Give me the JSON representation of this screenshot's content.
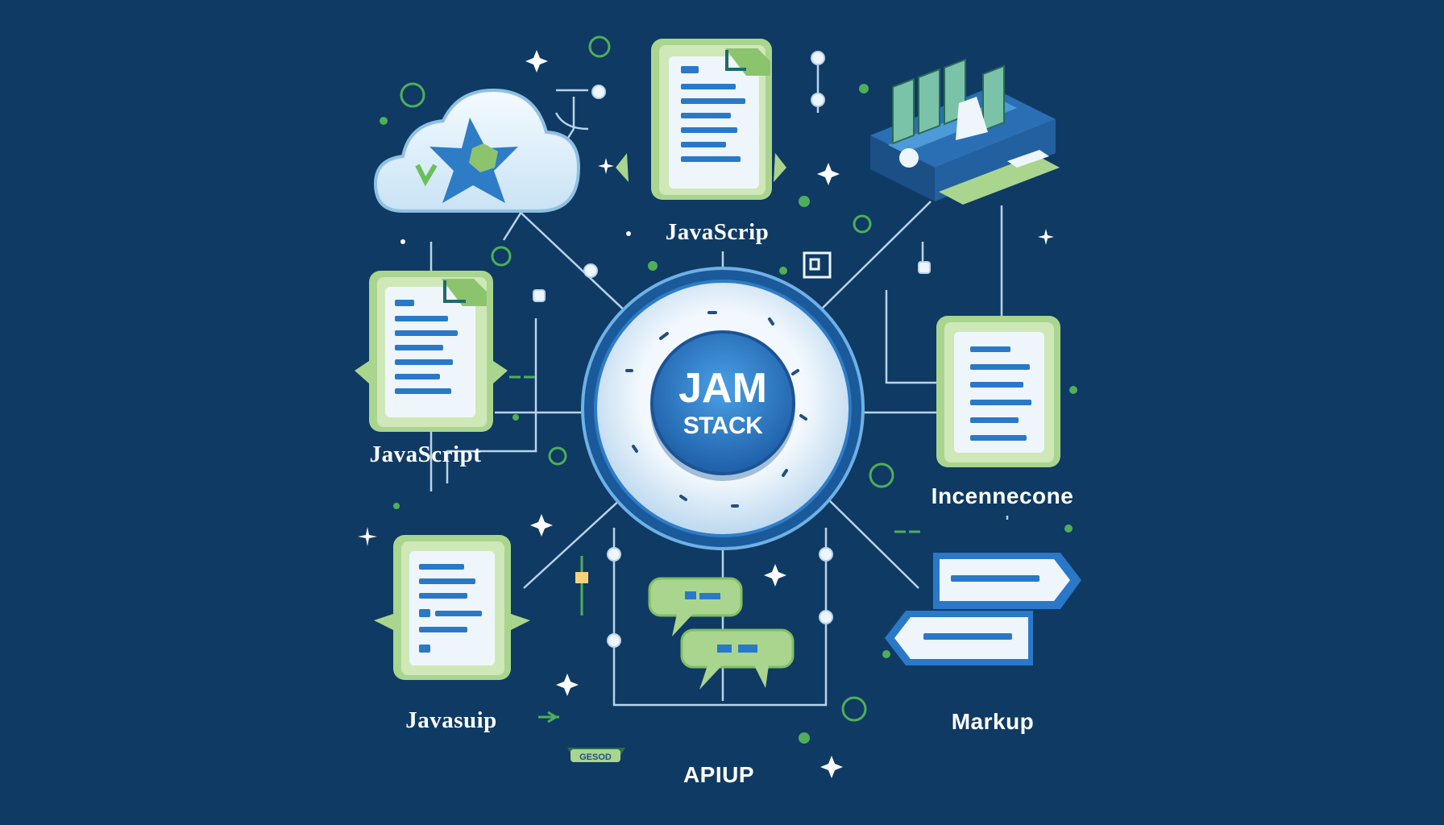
{
  "hub": {
    "line1": "JAM",
    "line2": "STACK"
  },
  "nodes": {
    "top_doc": {
      "label": "JavaScrip",
      "icon": "document-icon"
    },
    "left_doc": {
      "label": "JavaScript",
      "icon": "document-icon"
    },
    "bottom_left_doc": {
      "label": "Javasuip",
      "icon": "document-icon"
    },
    "bottom_api": {
      "label": "APIUP",
      "icon": "chat-bubbles-icon"
    },
    "right_doc": {
      "label": "Incennecone",
      "icon": "document-icon"
    },
    "right_markup": {
      "label": "Markup",
      "icon": "signpost-icon"
    },
    "cloud": {
      "icon": "cloud-star-icon"
    },
    "server": {
      "icon": "server-rack-icon"
    }
  },
  "decor": {
    "badge_text": "GESOD"
  },
  "colors": {
    "background": "#0f3a63",
    "accent_green": "#a9d58f",
    "accent_blue": "#2a78c8",
    "line": "#b9d3ea",
    "paper": "#eef6fb"
  }
}
